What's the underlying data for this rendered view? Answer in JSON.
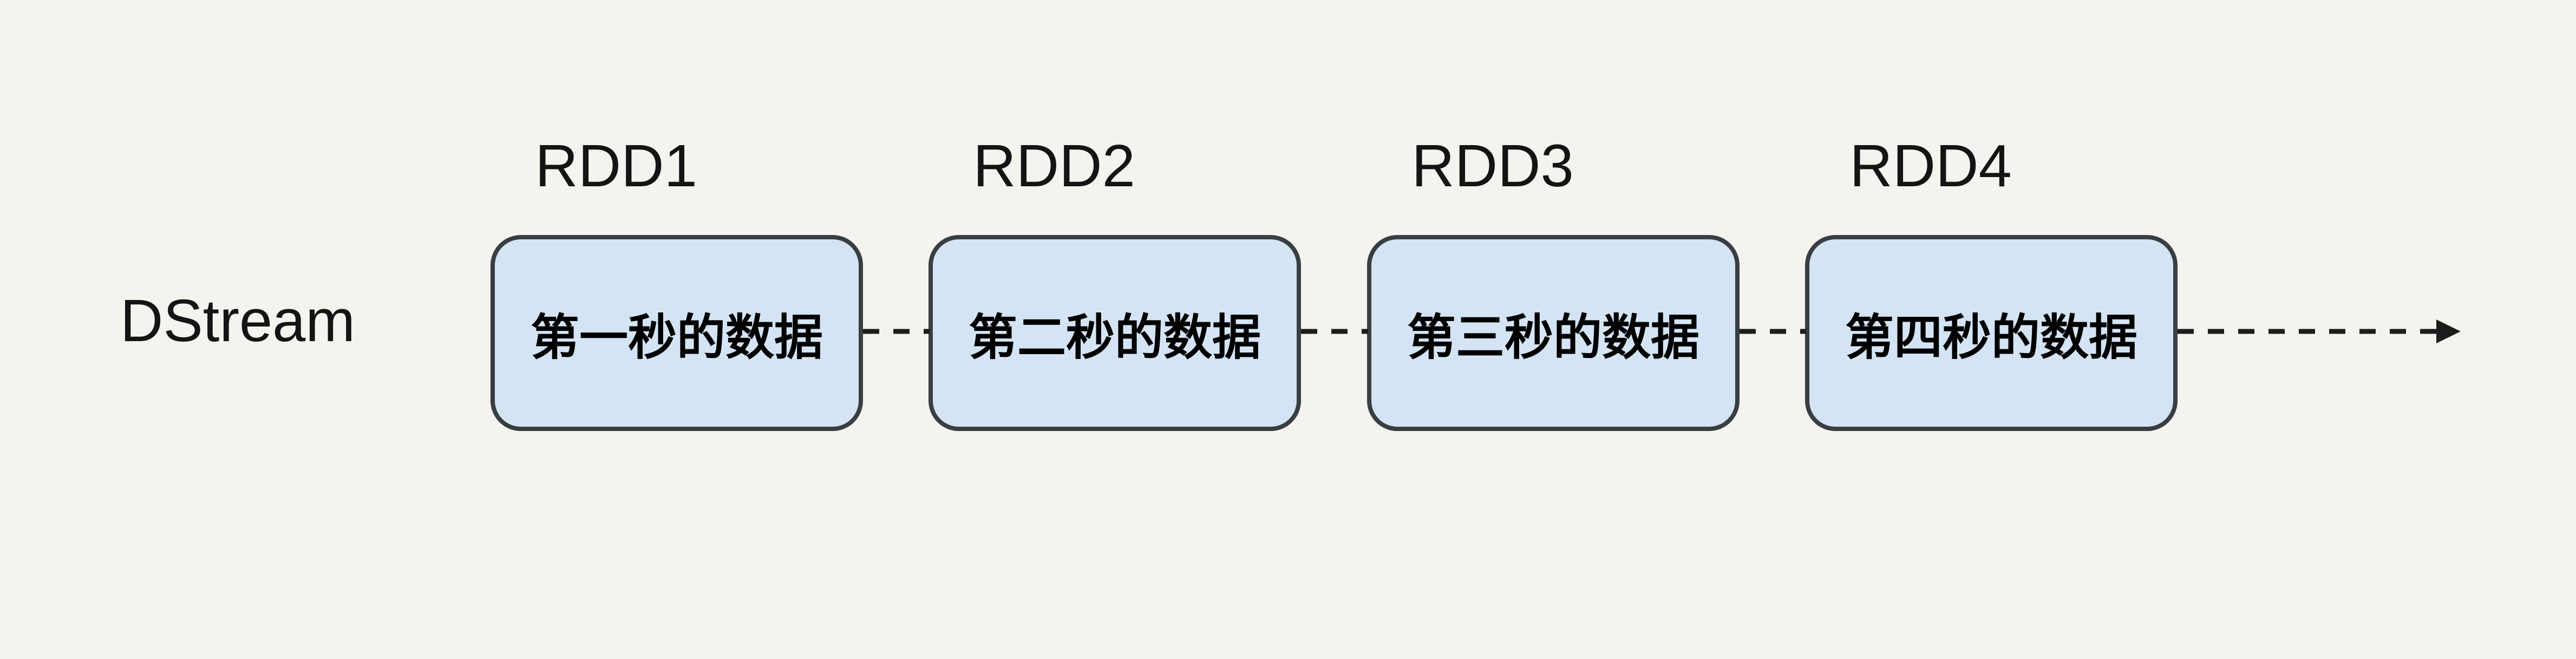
{
  "diagram": {
    "stream_label": "DStream",
    "nodes": [
      {
        "rdd_label": "RDD1",
        "box_label": "第一秒的数据"
      },
      {
        "rdd_label": "RDD2",
        "box_label": "第二秒的数据"
      },
      {
        "rdd_label": "RDD3",
        "box_label": "第三秒的数据"
      },
      {
        "rdd_label": "RDD4",
        "box_label": "第四秒的数据"
      }
    ],
    "colors": {
      "background": "#f4f3ee",
      "box_fill": "#d4e4f4",
      "box_border": "#383e42",
      "text": "#141414",
      "line": "#1c1c1c"
    }
  }
}
